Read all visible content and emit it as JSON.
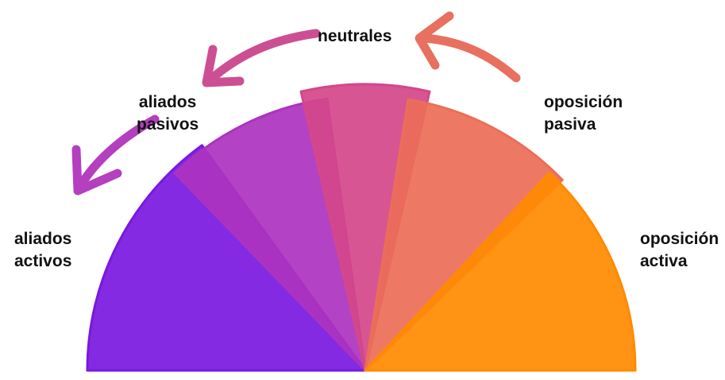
{
  "segments": [
    {
      "id": "aliados-activos",
      "color": "#7a18e0"
    },
    {
      "id": "aliados-pasivos",
      "color": "#ac33bf"
    },
    {
      "id": "neutrales",
      "color": "#d4478a"
    },
    {
      "id": "oposicion-pasiva",
      "color": "#eb6e58"
    },
    {
      "id": "oposicion-activa",
      "color": "#ff8a00"
    }
  ],
  "labels": {
    "aliados_activos": [
      "aliados",
      "activos"
    ],
    "aliados_pasivos": [
      "aliados",
      "pasivos"
    ],
    "neutrales": "neutrales",
    "oposicion_pasiva": [
      "oposición",
      "pasiva"
    ],
    "oposicion_activa": [
      "oposición",
      "activa"
    ]
  },
  "arrows": [
    {
      "id": "oposicion-pasiva-to-neutrales",
      "color": "#e8705e"
    },
    {
      "id": "neutrales-to-aliados-pasivos",
      "color": "#cc4f94"
    },
    {
      "id": "aliados-pasivos-to-aliados-activos",
      "color": "#b43fbf"
    }
  ]
}
